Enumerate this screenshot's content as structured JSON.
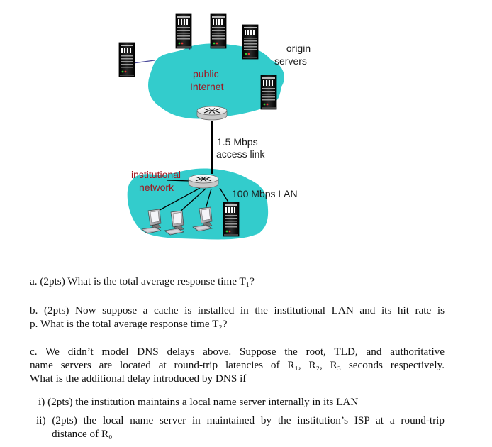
{
  "figure": {
    "origin_servers_line1": "origin",
    "origin_servers_line2": "servers",
    "public_internet_line1": "public",
    "public_internet_line2": "Internet",
    "access_link_line1": "1.5 Mbps",
    "access_link_line2": "access link",
    "institutional_network_line1": "institutional",
    "institutional_network_line2": "network",
    "lan_label": "100 Mbps LAN",
    "colors": {
      "cloud": "#33cccc",
      "label_red": "#a0141e",
      "label_dark": "#1a1a1a"
    }
  },
  "questions": {
    "a": {
      "text": "a. (2pts) What is the total average response time T₁?"
    },
    "b": {
      "line1": "b. (2pts) Now suppose a cache is installed in the institutional LAN and its hit rate is",
      "line2": "p. What is the total average response time T₂?"
    },
    "c": {
      "line1": "c. We didn’t model DNS delays above. Suppose the root, TLD, and authoritative",
      "line2": "name servers are located at round-trip latencies of R₁, R₂, R₃ seconds respectively.",
      "line3": "What is the additional delay introduced by DNS if",
      "items": [
        {
          "line1": "i) (2pts) the institution maintains a local name server internally in its LAN"
        },
        {
          "line1": "ii) (2pts) the local name server in maintained by the institution’s ISP at a round-trip",
          "line2": "distance of R₀"
        }
      ]
    }
  }
}
